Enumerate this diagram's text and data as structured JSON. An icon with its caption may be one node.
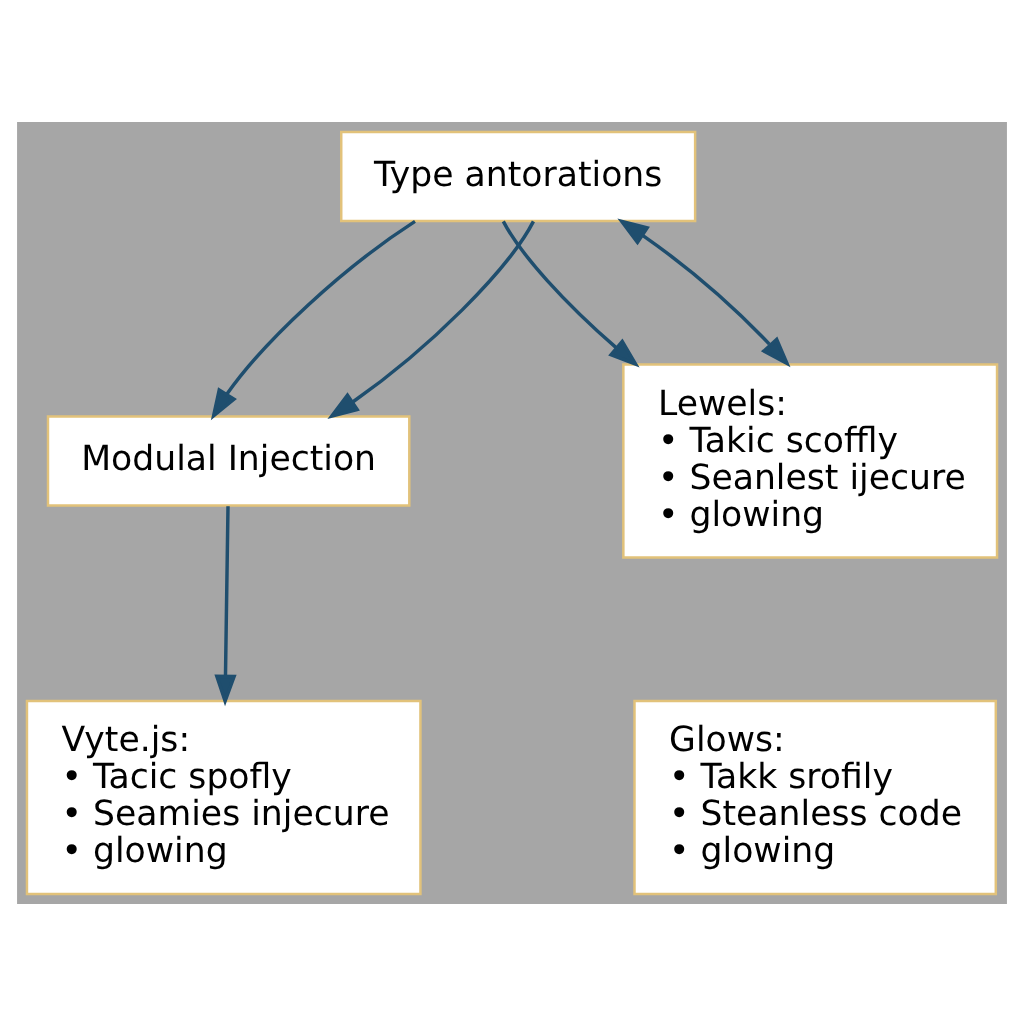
{
  "diagram": {
    "nodes": [
      {
        "text": [
          "Type antorations"
        ]
      },
      {
        "text": [
          "Modulal Injection"
        ]
      },
      {
        "text": [
          "Lewels:",
          "• Takic scoffly",
          "• Seanlest ijecure",
          "• glowing"
        ]
      },
      {
        "text": [
          "Vyte.js:",
          "• Tacic spofly",
          "• Seamies injecure",
          "• glowing"
        ]
      },
      {
        "text": [
          "Glows:",
          "• Takk srofily",
          "• Steanless code",
          "• glowing"
        ]
      }
    ],
    "edges": [
      {
        "from": 0,
        "to": 1,
        "arrow": "to"
      },
      {
        "from": 0,
        "to": 1,
        "arrow": "to"
      },
      {
        "from": 0,
        "to": 2,
        "arrow": "to"
      },
      {
        "from": 0,
        "to": 2,
        "arrow": "both"
      },
      {
        "from": 1,
        "to": 3,
        "arrow": "to"
      }
    ]
  }
}
